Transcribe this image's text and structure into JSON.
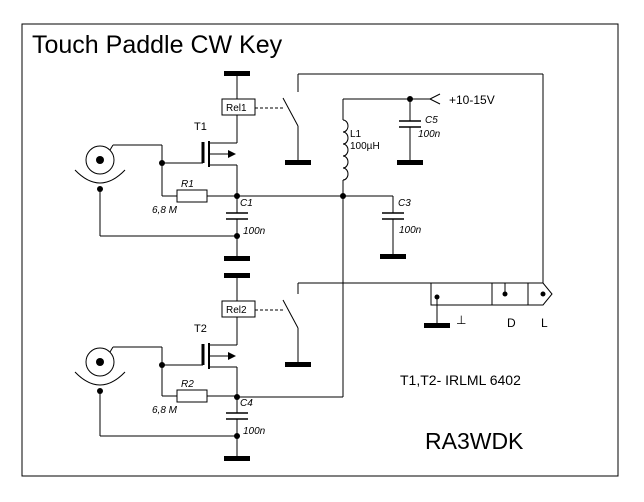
{
  "title": "Touch Paddle CW Key",
  "supply_label": "+10-15V",
  "note": "T1,T2- IRLML 6402",
  "author": "RA3WDK",
  "components": {
    "T1": "T1",
    "T2": "T2",
    "Rel1": "Rel1",
    "Rel2": "Rel2",
    "R1": "R1",
    "R1_value": "6,8 M",
    "R2": "R2",
    "R2_value": "6,8 M",
    "C1": "C1",
    "C1_value": "100n",
    "C3": "C3",
    "C3_value": "100n",
    "C4": "C4",
    "C4_value": "100n",
    "C5": "C5",
    "C5_value": "100n",
    "L1": "L1",
    "L1_value": "100µH"
  },
  "connector_labels": {
    "ground": "⊥",
    "dot": "D",
    "dash": "L"
  }
}
